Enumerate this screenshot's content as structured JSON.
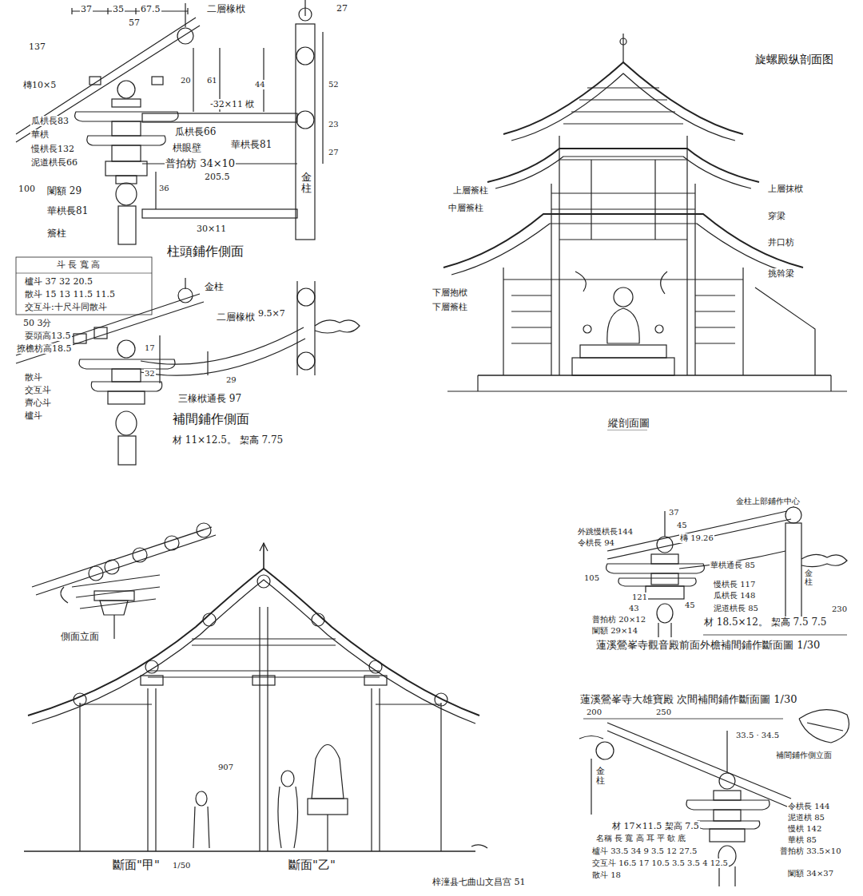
{
  "diagram": {
    "title": "旋螺殿纵剖面图",
    "labels": [
      "37",
      "35",
      "67.5",
      "57",
      "137",
      "二層椽栿",
      "27",
      "槫10×5",
      "瓜栱長83",
      "華栱",
      "慢栱長132",
      "泥道栱長66",
      "100",
      "闌額 29",
      "華栱長81",
      "簷柱",
      "20",
      "61",
      "44",
      "52",
      "23",
      "27",
      "-32×11 栿",
      "瓜栱長66",
      "華栱長81",
      "栱眼壁",
      "普拍枋 34×10",
      "205.5",
      "36",
      "30×11",
      "金柱",
      "柱頭鋪作側面",
      "斗 長 寬 高",
      "櫨斗 37 32 20.5",
      "散斗 15 13 11.5 11.5",
      "交互斗:十尺斗同散斗",
      "50 3分",
      "耍頭高13.5",
      "撩檐枋高18.5",
      "金柱",
      "二層椽栿",
      "9.5×7",
      "17",
      "32",
      "29",
      "散斗",
      "交互斗",
      "齊心斗",
      "櫨斗",
      "三椽栿通長 97",
      "補間鋪作側面",
      "材 11×12.5。 栔高 7.75",
      "上層簷柱",
      "中層簷柱",
      "下層抱栿",
      "下層簷柱",
      "上層抹栿",
      "穿梁",
      "井口枋",
      "挑斡梁",
      "縱剖面圖",
      "側面立面",
      "907",
      "斷面\"甲\"",
      "斷面\"乙\"",
      "1/50",
      "梓潼县七曲山文昌宫 51",
      "外跳慢栱長144",
      "令栱長 94",
      "金柱上部鋪作中心",
      "37",
      "45",
      "槫 19.26",
      "105",
      "121",
      "43",
      "45",
      "華栱通長 85",
      "慢栱長 117",
      "瓜栱長 148",
      "泥道栱長 85",
      "普拍枋 20×12",
      "闌額 29×14",
      "材 18.5×12。 栔高 7.5 7.5",
      "230",
      "金柱",
      "蓮溪鶯峯寺觀音殿前面外檐補間鋪作斷面圖 1/30",
      "蓮溪鶯峯寺大雄寶殿 次間補間鋪作斷面圖 1/30",
      "200",
      "250",
      "33.5 · 34.5",
      "補間鋪作側立面",
      "金柱",
      "令栱長 144",
      "泥道栱 85",
      "慢栱 142",
      "華栱 85",
      "普拍枋 33.5×10",
      "闌額 34×37",
      "材 17×11.5 栔高 7.5",
      "名稱 長 寬 高 耳 平 欹 底",
      "櫨斗 33.5 34 9 3.5 12 27.5",
      "交互斗 16.5 17 10.5 3.5 3.5 4 12.5",
      "散斗 18"
    ]
  }
}
